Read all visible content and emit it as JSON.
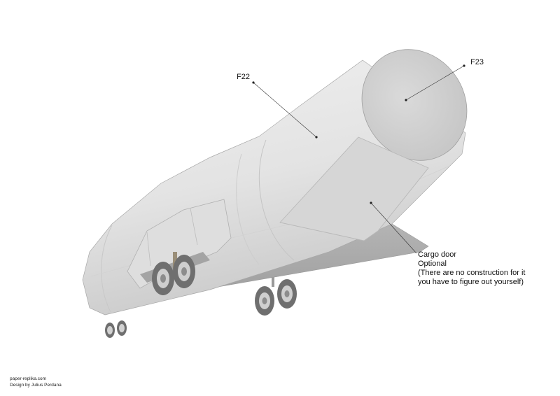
{
  "labels": {
    "f22": "F22",
    "f23": "F23"
  },
  "cargo_note": {
    "title": "Cargo door",
    "status": "Optional",
    "line1": "(There are no construction for it",
    "line2": "you have to figure out yourself)"
  },
  "credits": {
    "site": "paper-replika.com",
    "designer": "Design by Julius Perdana"
  },
  "colors": {
    "fuselage_light": "#e9e9e9",
    "fuselage_mid": "#d8d8d8",
    "fuselage_shadow": "#b9b9b9",
    "end_cap": "#cfcfcf",
    "belly": "#a9a9a9",
    "tire": "#6f6f6f",
    "hub": "#cfcfcf"
  }
}
